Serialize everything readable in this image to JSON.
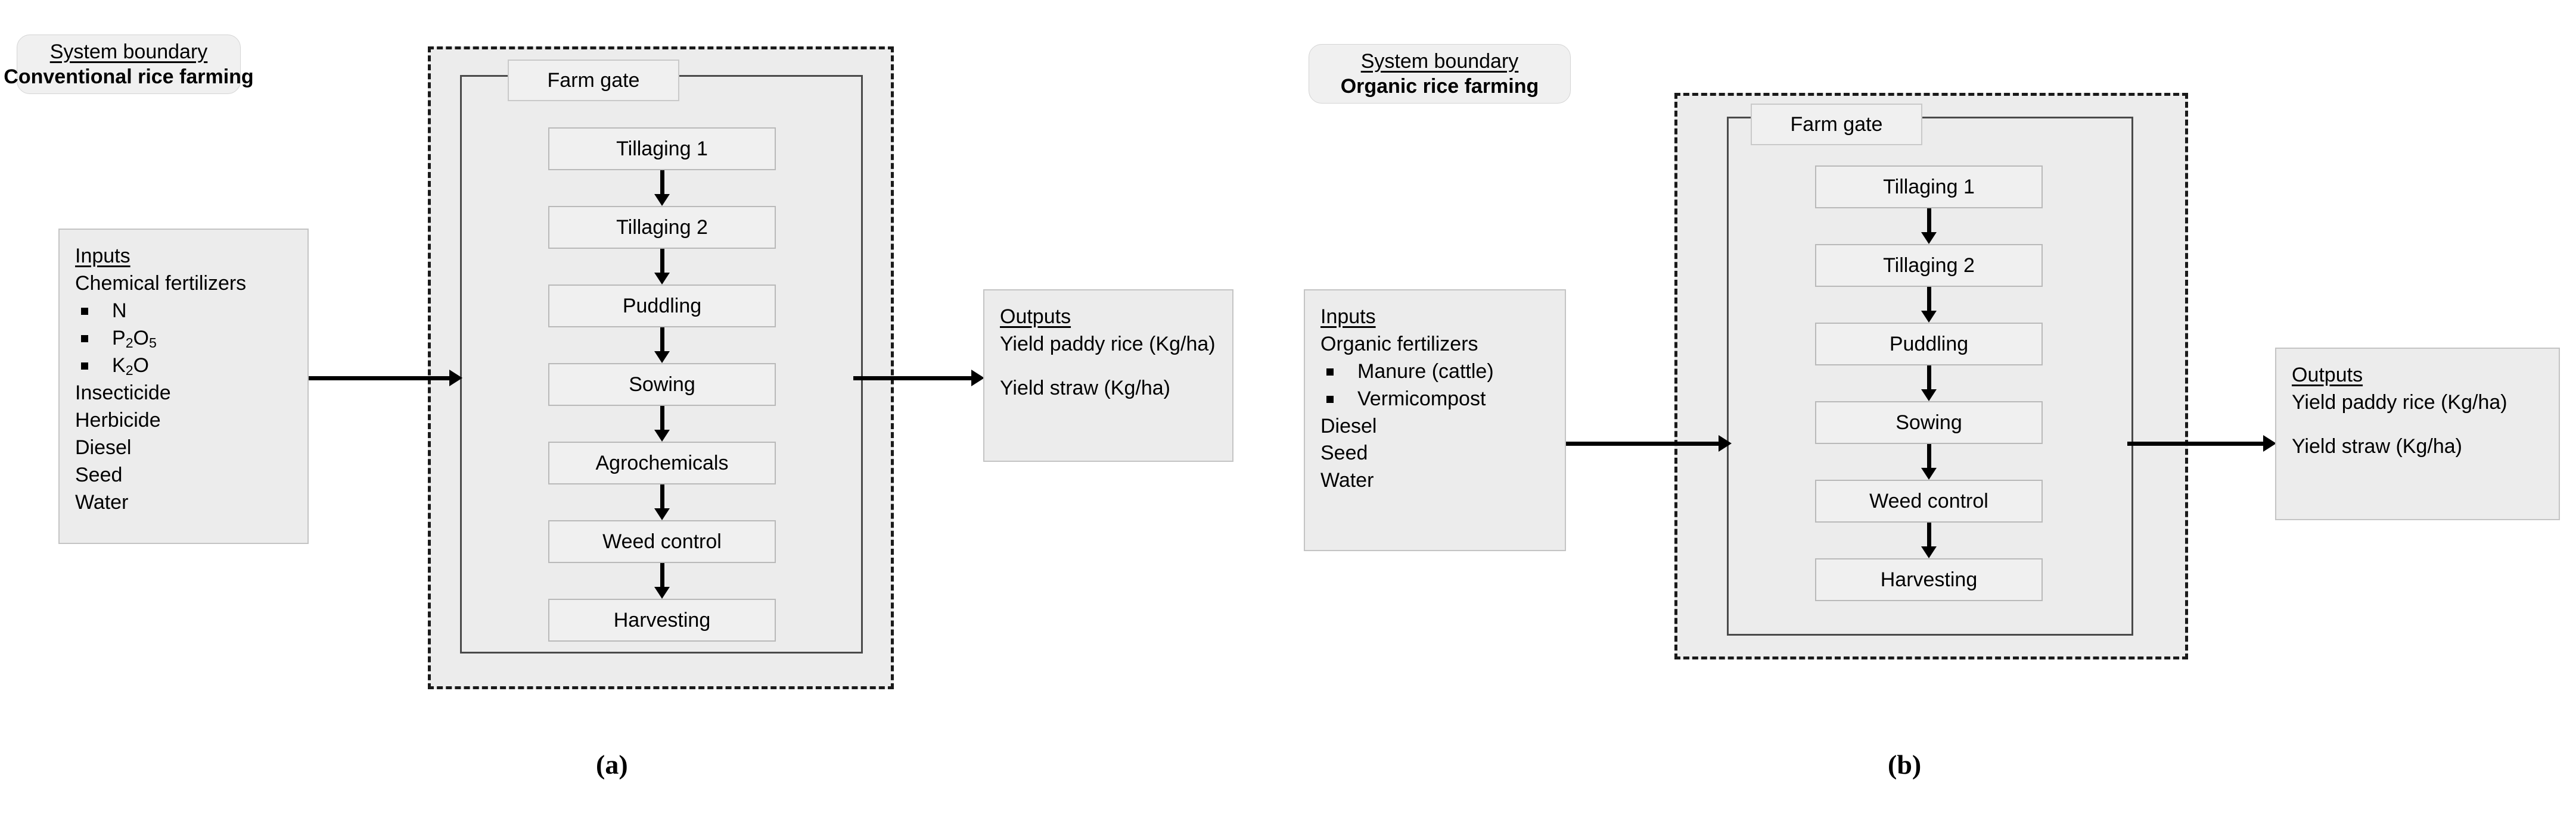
{
  "panels": [
    {
      "caption": "(a)",
      "system_boundary": {
        "title": "System boundary",
        "subtitle": "Conventional rice farming"
      },
      "farm_gate_label": "Farm gate",
      "steps": [
        "Tillaging 1",
        "Tillaging 2",
        "Puddling",
        "Sowing",
        "Agrochemicals",
        "Weed control",
        "Harvesting"
      ],
      "inputs": {
        "title": "Inputs",
        "heading": "Chemical fertilizers",
        "bullets": [
          "N",
          "P2O5",
          "K2O"
        ],
        "bullets_display": [
          {
            "base1": "N",
            "sub1": "",
            "base2": "",
            "sub2": ""
          },
          {
            "base1": "P",
            "sub1": "2",
            "base2": "O",
            "sub2": "5"
          },
          {
            "base1": "K",
            "sub1": "2",
            "base2": "O",
            "sub2": ""
          }
        ],
        "lines": [
          "Insecticide",
          "Herbicide",
          "Diesel",
          "Seed",
          "Water"
        ]
      },
      "outputs": {
        "title": "Outputs",
        "line1": "Yield paddy rice (Kg/ha)",
        "line2": "Yield straw (Kg/ha)"
      }
    },
    {
      "caption": "(b)",
      "system_boundary": {
        "title": "System boundary",
        "subtitle": "Organic rice farming"
      },
      "farm_gate_label": "Farm gate",
      "steps": [
        "Tillaging 1",
        "Tillaging 2",
        "Puddling",
        "Sowing",
        "Weed control",
        "Harvesting"
      ],
      "inputs": {
        "title": "Inputs",
        "heading": "Organic fertilizers",
        "bullets": [
          "Manure (cattle)",
          "Vermicompost"
        ],
        "lines": [
          "Diesel",
          "Seed",
          "Water"
        ]
      },
      "outputs": {
        "title": "Outputs",
        "line1": "Yield paddy rice (Kg/ha)",
        "line2": "Yield straw (Kg/ha)"
      }
    }
  ],
  "colors": {
    "panel_fill": "#ececec",
    "box_fill": "#f0f0f0",
    "box_border": "#b9b9b9",
    "dashed_border": "#1a1a1a",
    "solid_border": "#4a4a4a",
    "arrow": "#000000",
    "background": "#ffffff"
  }
}
